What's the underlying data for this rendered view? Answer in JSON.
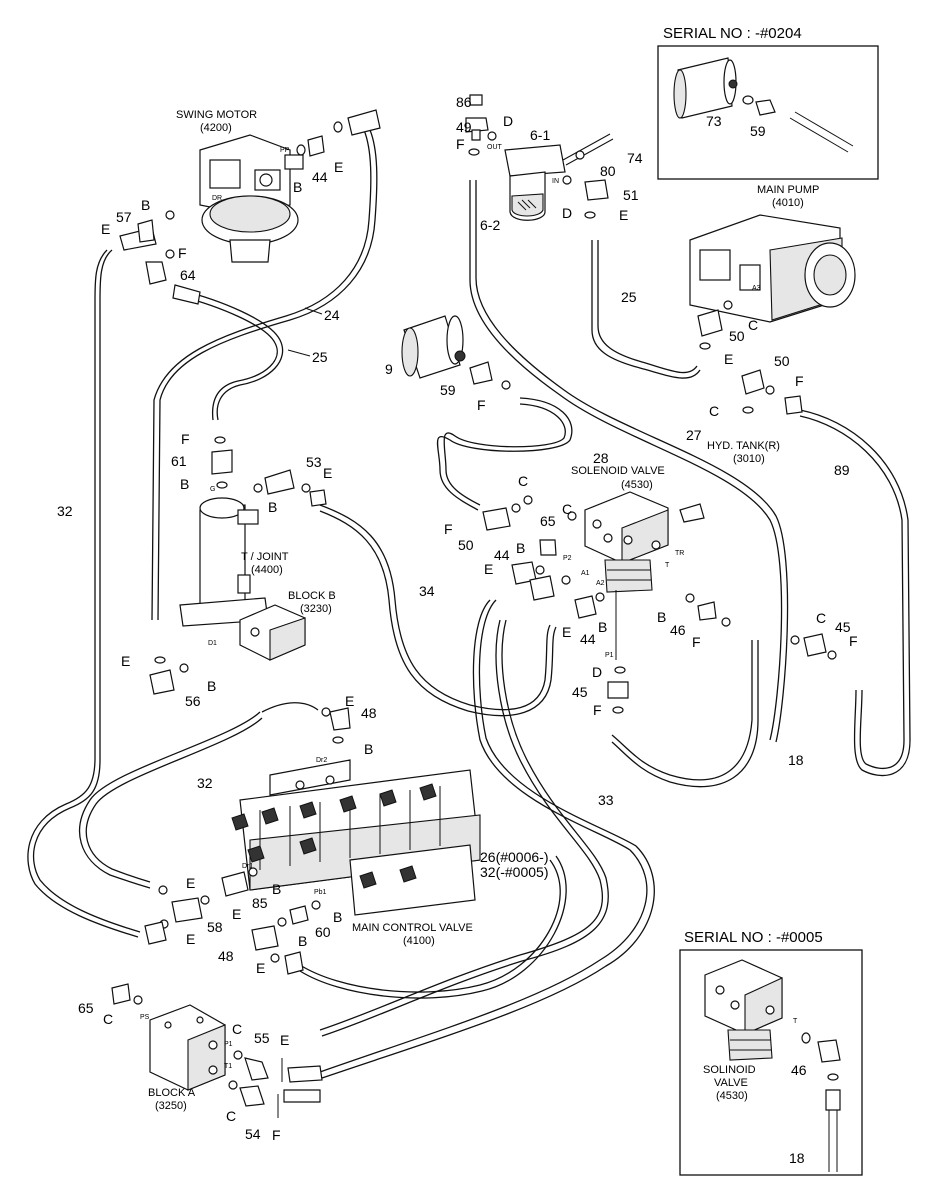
{
  "serial_box_top": {
    "header": "SERIAL NO : -#0204",
    "labels": [
      "73",
      "59"
    ]
  },
  "serial_box_bottom": {
    "header": "SERIAL NO : -#0005",
    "component": [
      "SOLINOID",
      "VALVE",
      "(4530)"
    ],
    "labels": [
      "46",
      "18"
    ],
    "port": "T"
  },
  "components": {
    "swing_motor": [
      "SWING MOTOR",
      "(4200)"
    ],
    "main_pump": [
      "MAIN PUMP",
      "(4010)"
    ],
    "solenoid_valve": [
      "SOLENOID VALVE",
      "(4530)"
    ],
    "hyd_tank": [
      "HYD. TANK(R)",
      "(3010)"
    ],
    "t_joint": [
      "T / JOINT",
      "(4400)"
    ],
    "block_b": [
      "BLOCK B",
      "(3230)"
    ],
    "main_control_valve": [
      "MAIN CONTROL VALVE",
      "(4100)"
    ],
    "block_a": [
      "BLOCK A",
      "(3250)"
    ]
  },
  "part_numbers": {
    "p86": "86",
    "p49": "49",
    "p6_1": "6-1",
    "p74": "74",
    "p80": "80",
    "p51": "51",
    "p6_2": "6-2",
    "p44a": "44",
    "p57": "57",
    "p64": "64",
    "p24": "24",
    "p25a": "25",
    "p25b": "25",
    "p50a": "50",
    "p50b": "50",
    "p9": "9",
    "p59": "59",
    "p28": "28",
    "p27": "27",
    "p89": "89",
    "p61": "61",
    "p53": "53",
    "p32a": "32",
    "p34": "34",
    "p65a": "65",
    "p50c": "50",
    "p44b": "44",
    "p44c": "44",
    "p46": "46",
    "p45a": "45",
    "p45b": "45",
    "p56": "56",
    "p48a": "48",
    "p32b": "32",
    "p18": "18",
    "p33": "33",
    "p26": "26(#0006-)",
    "p32c": "32(-#0005)",
    "p85": "85",
    "p58": "58",
    "p60": "60",
    "p48b": "48",
    "p65b": "65",
    "p55": "55",
    "p54": "54"
  },
  "ports": {
    "out": "OUT",
    "in": "IN",
    "dr": "DR",
    "pp": "PP",
    "a3": "A3",
    "g": "G",
    "d1": "D1",
    "p2": "P2",
    "a1": "A1",
    "a2": "A2",
    "p1": "P1",
    "tr": "TR",
    "t": "T",
    "dr2": "Dr2",
    "dr1": "Dr1",
    "pb1": "Pb1",
    "ps": "PS",
    "p1b": "P1",
    "t1": "T1"
  },
  "seal_codes": {
    "b": "B",
    "c": "C",
    "d": "D",
    "e": "E",
    "f": "F"
  }
}
